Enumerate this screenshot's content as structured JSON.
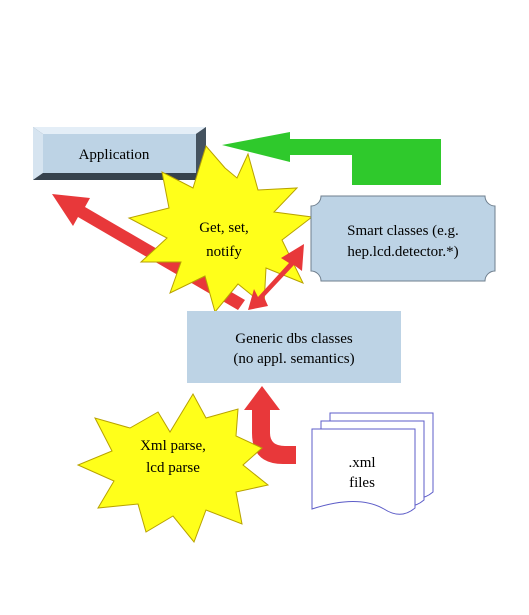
{
  "diagram": {
    "application": "Application",
    "smart_classes": {
      "line1": "Smart classes (e.g.",
      "line2": "hep.lcd.detector.*)"
    },
    "generic_classes": {
      "line1": "Generic dbs classes",
      "line2": "(no appl. semantics)"
    },
    "starburst_access": {
      "line1": "Get, set,",
      "line2": "notify"
    },
    "starburst_parse": {
      "line1": "Xml parse,",
      "line2": "lcd parse"
    },
    "xml_files": {
      "line1": ".xml",
      "line2": "files"
    }
  },
  "colors": {
    "box_fill": "#BDD3E5",
    "box_border": "#6F7F8E",
    "starburst_fill": "#FFFF1A",
    "arrow_red": "#E8383A",
    "arrow_green": "#2FC92C",
    "document_stroke": "#5D5DC8"
  }
}
